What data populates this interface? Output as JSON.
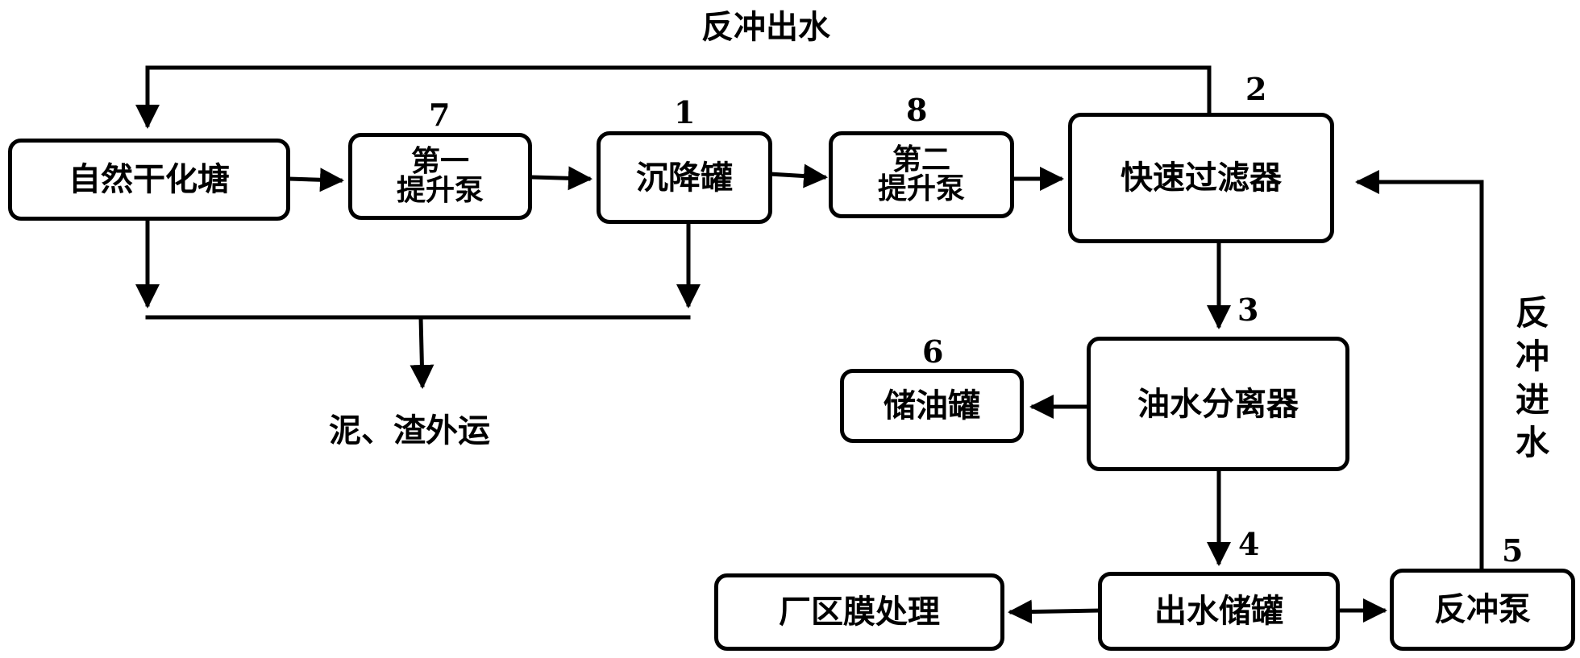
{
  "nodes": {
    "natural_dry": "自然干化塘",
    "pump_first": "第一\n提升泵",
    "settling_tank": "沉降罐",
    "pump_second": "第二\n提升泵",
    "fast_filter": "快速过滤器",
    "oil_water_separator": "油水分离器",
    "oil_tank": "储油罐",
    "effluent_tank": "出水储罐",
    "membrane_treatment": "厂区膜处理",
    "backwash_pump": "反冲泵"
  },
  "numbers": {
    "n1": "1",
    "n2": "2",
    "n3": "3",
    "n4": "4",
    "n5": "5",
    "n6": "6",
    "n7": "7",
    "n8": "8"
  },
  "labels": {
    "backwash_out": "反冲出水",
    "sludge_out": "泥、渣外运",
    "backwash_in": "反冲进水"
  },
  "colors": {
    "line": "#000000",
    "background": "#ffffff"
  }
}
